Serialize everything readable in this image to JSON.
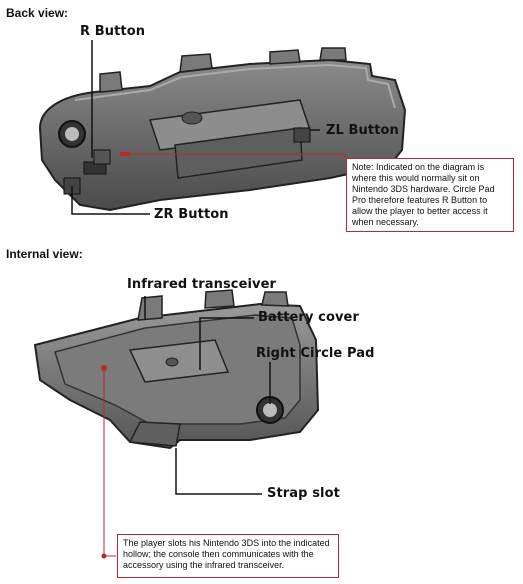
{
  "back_view": {
    "title": "Back view:",
    "labels": {
      "r_button": "R Button",
      "zl_button": "ZL Button",
      "zr_button": "ZR Button"
    },
    "note": "Note: Indicated on the diagram is where this would normally sit on Nintendo 3DS hardware. Circle Pad Pro therefore features R Button to allow the player to better access it when necessary."
  },
  "internal_view": {
    "title": "Internal view:",
    "labels": {
      "infrared_transceiver": "Infrared transceiver",
      "battery_cover": "Battery cover",
      "right_circle_pad": "Right Circle Pad",
      "strap_slot": "Strap slot"
    },
    "note": "The player slots his Nintendo 3DS into the indicated hollow; the console then communicates with the accessory using the infrared transceiver."
  },
  "colors": {
    "accent": "#c0272d",
    "device_body": "#6f6f6f",
    "device_dark": "#3a3a3a",
    "device_light": "#9a9a9a"
  }
}
